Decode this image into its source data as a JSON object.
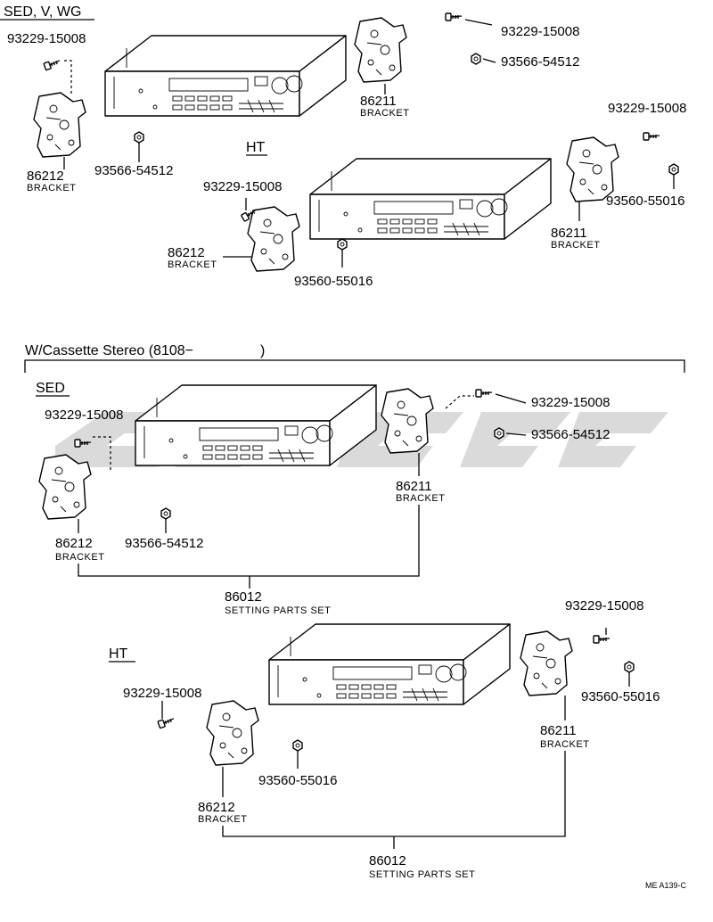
{
  "sections": {
    "top_title": "SED, V, WG",
    "top_ht": "HT",
    "cassette_title": "W/Cassette Stereo (8108−",
    "cassette_close": ")",
    "cassette_sed": "SED",
    "cassette_ht": "HT"
  },
  "parts": {
    "screw": "93229-15008",
    "nut_a": "93566-54512",
    "nut_b": "93560-55016",
    "bracket_left": "86212",
    "bracket_right": "86211",
    "bracket_name": "BRACKET",
    "set_number": "86012",
    "set_name": "SETTING PARTS SET"
  },
  "footer": {
    "code": "ME A139-C"
  },
  "watermark": {
    "color": "#d6d6d6"
  }
}
